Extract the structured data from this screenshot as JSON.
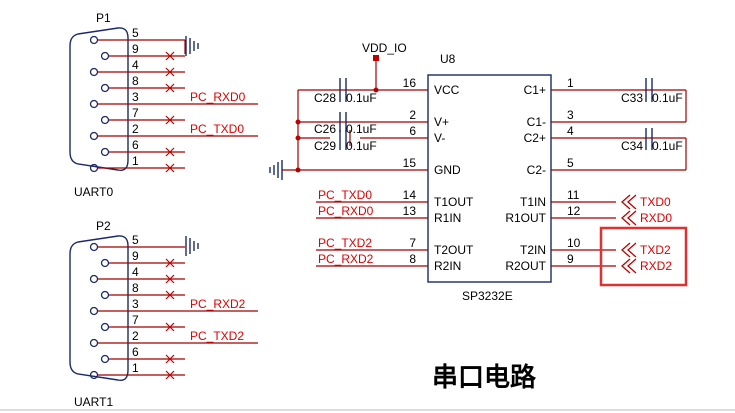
{
  "connectors": [
    {
      "designator": "P1",
      "label": "UART0",
      "pins": [
        {
          "num": "5",
          "net": ""
        },
        {
          "num": "9",
          "net": ""
        },
        {
          "num": "4",
          "net": ""
        },
        {
          "num": "8",
          "net": ""
        },
        {
          "num": "3",
          "net": "PC_RXD0"
        },
        {
          "num": "7",
          "net": ""
        },
        {
          "num": "2",
          "net": "PC_TXD0"
        },
        {
          "num": "6",
          "net": ""
        },
        {
          "num": "1",
          "net": ""
        }
      ]
    },
    {
      "designator": "P2",
      "label": "UART1",
      "pins": [
        {
          "num": "5",
          "net": ""
        },
        {
          "num": "9",
          "net": ""
        },
        {
          "num": "4",
          "net": ""
        },
        {
          "num": "8",
          "net": ""
        },
        {
          "num": "3",
          "net": "PC_RXD2"
        },
        {
          "num": "7",
          "net": ""
        },
        {
          "num": "2",
          "net": "PC_TXD2"
        },
        {
          "num": "6",
          "net": ""
        },
        {
          "num": "1",
          "net": ""
        }
      ]
    }
  ],
  "ic": {
    "designator": "U8",
    "part": "SP3232E",
    "power_net": "VDD_IO",
    "left_pins": [
      {
        "num": "16",
        "name": "VCC"
      },
      {
        "num": "2",
        "name": "V+"
      },
      {
        "num": "6",
        "name": "V-"
      },
      {
        "num": "15",
        "name": "GND"
      },
      {
        "num": "14",
        "name": "T1OUT",
        "net": "PC_TXD0"
      },
      {
        "num": "13",
        "name": "R1IN",
        "net": "PC_RXD0"
      },
      {
        "num": "7",
        "name": "T2OUT",
        "net": "PC_TXD2"
      },
      {
        "num": "8",
        "name": "R2IN",
        "net": "PC_RXD2"
      }
    ],
    "right_pins": [
      {
        "num": "1",
        "name": "C1+"
      },
      {
        "num": "3",
        "name": "C1-"
      },
      {
        "num": "4",
        "name": "C2+"
      },
      {
        "num": "5",
        "name": "C2-"
      },
      {
        "num": "11",
        "name": "T1IN",
        "net": "TXD0"
      },
      {
        "num": "12",
        "name": "R1OUT",
        "net": "RXD0"
      },
      {
        "num": "10",
        "name": "T2IN",
        "net": "TXD2"
      },
      {
        "num": "9",
        "name": "R2OUT",
        "net": "RXD2"
      }
    ]
  },
  "capacitors": [
    {
      "ref": "C28",
      "value": "0.1uF"
    },
    {
      "ref": "C26",
      "value": "0.1uF"
    },
    {
      "ref": "C29",
      "value": "0.1uF"
    },
    {
      "ref": "C33",
      "value": "0.1uF"
    },
    {
      "ref": "C34",
      "value": "0.1uF"
    }
  ],
  "caption": "串口电路",
  "colors": {
    "wire": "#a00000",
    "net_label": "#e00000",
    "outline": "#1a2a6a",
    "highlight": "#e03030"
  }
}
